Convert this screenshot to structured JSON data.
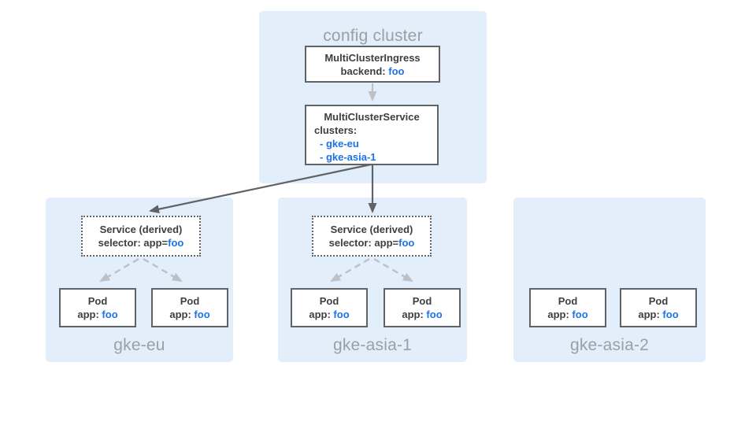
{
  "config_cluster": {
    "label": "config cluster",
    "ingress": {
      "title": "MultiClusterIngress",
      "backend_label": "backend:",
      "backend_value": "foo"
    },
    "service": {
      "title": "MultiClusterService",
      "clusters_label": "clusters:",
      "cluster_refs": [
        "- gke-eu",
        "- gke-asia-1"
      ]
    }
  },
  "clusters": [
    {
      "name": "gke-eu",
      "service": {
        "title": "Service (derived)",
        "selector_label": "selector: app=",
        "selector_value": "foo"
      },
      "pods": [
        {
          "title": "Pod",
          "app_label": "app:",
          "app_value": "foo"
        },
        {
          "title": "Pod",
          "app_label": "app:",
          "app_value": "foo"
        }
      ]
    },
    {
      "name": "gke-asia-1",
      "service": {
        "title": "Service (derived)",
        "selector_label": "selector: app=",
        "selector_value": "foo"
      },
      "pods": [
        {
          "title": "Pod",
          "app_label": "app:",
          "app_value": "foo"
        },
        {
          "title": "Pod",
          "app_label": "app:",
          "app_value": "foo"
        }
      ]
    },
    {
      "name": "gke-asia-2",
      "pods": [
        {
          "title": "Pod",
          "app_label": "app:",
          "app_value": "foo"
        },
        {
          "title": "Pod",
          "app_label": "app:",
          "app_value": "foo"
        }
      ]
    }
  ],
  "colors": {
    "cluster_bg": "#E2EEFA",
    "box_border": "#5F6368",
    "dark_text": "#3C4043",
    "muted_text": "#9AA0A6",
    "accent_blue": "#1A73E8",
    "arrow_dark": "#5F6368",
    "arrow_light": "#BDC1C6"
  }
}
